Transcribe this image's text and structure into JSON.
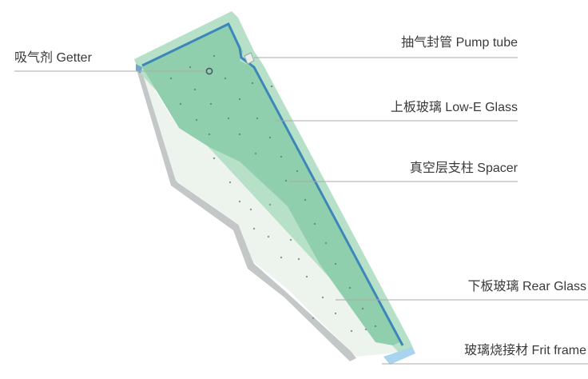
{
  "labels": {
    "getter": "吸气剂 Getter",
    "pump_tube": "抽气封管 Pump tube",
    "upper_glass": "上板玻璃 Low-E Glass",
    "spacer": "真空层支柱 Spacer",
    "rear_glass": "下板玻璃 Rear Glass",
    "frit_frame": "玻璃烧接材 Frit frame"
  },
  "colors": {
    "upper_glass": "#8ecfad",
    "upper_glass_edge": "#b9e2cc",
    "rear_glass": "#eef4ee",
    "rear_glass_edge": "#b8bcbc",
    "blue_edge": "#3d86b8",
    "frit": "#a8d4ef",
    "leader_line": "#a9a9a9",
    "text": "#3a3a3a"
  }
}
